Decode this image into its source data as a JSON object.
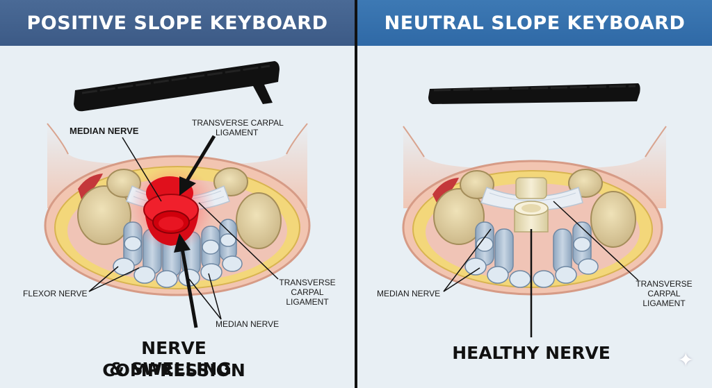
{
  "left_panel": {
    "title": "POSITIVE SLOPE KEYBOARD",
    "labels": {
      "median_nerve_top": "MEDIAN NERVE",
      "transverse_top_1": "TRANSVERSE CARPAL",
      "transverse_top_2": "LIGAMENT",
      "flexor": "FLEXOR NERVE",
      "transverse_right_1": "TRANSVERSE",
      "transverse_right_2": "CARPAL",
      "transverse_right_3": "LIGAMENT",
      "median_bottom": "MEDIAN NERVE"
    },
    "caption_line1": "NERVE COMPRESSION",
    "caption_line2": "& SWELLING"
  },
  "right_panel": {
    "title": "NEUTRAL SLOPE KEYBOARD",
    "labels": {
      "median": "MEDIAN NERVE",
      "transverse_1": "TRANSVERSE",
      "transverse_2": "CARPAL",
      "transverse_3": "LIGAMENT"
    },
    "caption": "HEALTHY NERVE"
  },
  "colors": {
    "left_header": "#3c5a86",
    "right_header": "#2f69a6",
    "compressed_nerve": "#e0101c",
    "healthy_nerve": "#efe6c4",
    "fat": "#f3d77a",
    "bone": "#e9dcae",
    "tendon": "#a9bed3"
  }
}
